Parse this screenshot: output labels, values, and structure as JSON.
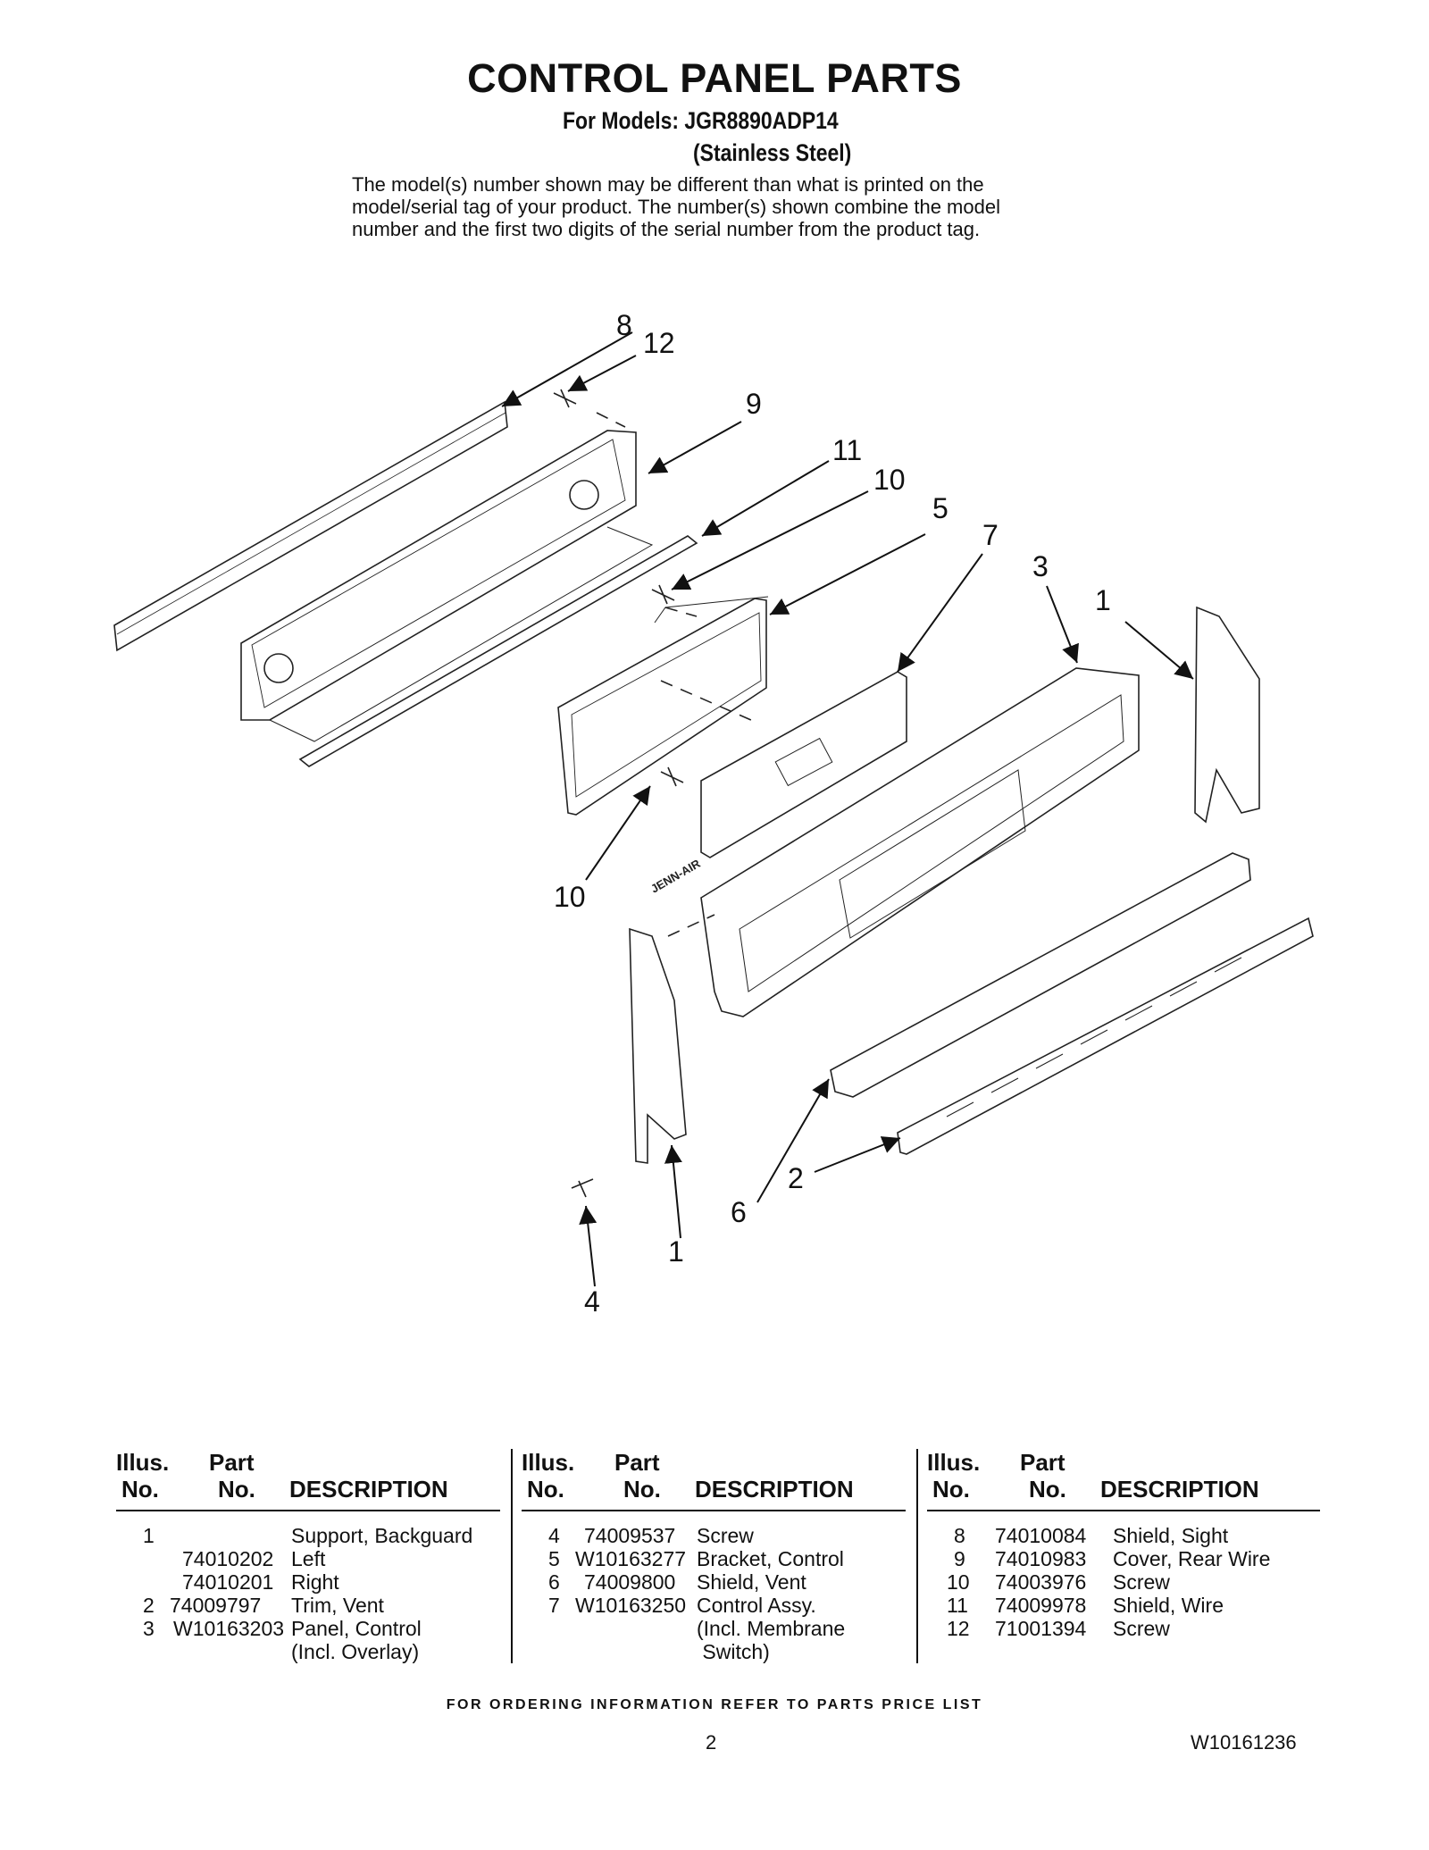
{
  "header": {
    "title": "CONTROL PANEL PARTS",
    "models_line": "For Models: JGR8890ADP14",
    "finish_line": "(Stainless Steel)",
    "note_lines": [
      "The model(s) number shown may be different than what is printed on the",
      "model/serial tag of your product. The number(s) shown combine the model",
      "number and the first two digits of the serial number from the product tag."
    ]
  },
  "diagram": {
    "callouts": [
      "8",
      "12",
      "9",
      "11",
      "10",
      "5",
      "7",
      "3",
      "1",
      "10",
      "2",
      "6",
      "1",
      "4"
    ],
    "brand_mark": "JENN-AIR"
  },
  "table_headers": {
    "illus": "Illus.",
    "part": "Part",
    "no": "No.",
    "description": "DESCRIPTION"
  },
  "tables": [
    {
      "rows": [
        {
          "illus": "1",
          "part": "",
          "desc": "Support, Backguard"
        },
        {
          "illus": "",
          "part": "74010202",
          "desc": "Left"
        },
        {
          "illus": "",
          "part": "74010201",
          "desc": "Right"
        },
        {
          "illus": "2",
          "part": "74009797",
          "desc": "Trim, Vent"
        },
        {
          "illus": "3",
          "part": "W10163203",
          "desc": "Panel, Control"
        },
        {
          "illus": "",
          "part": "",
          "desc": "(Incl. Overlay)"
        }
      ]
    },
    {
      "rows": [
        {
          "illus": "4",
          "part": "74009537",
          "desc": "Screw"
        },
        {
          "illus": "5",
          "part": "W10163277",
          "desc": "Bracket, Control"
        },
        {
          "illus": "6",
          "part": "74009800",
          "desc": "Shield, Vent"
        },
        {
          "illus": "7",
          "part": "W10163250",
          "desc": "Control Assy."
        },
        {
          "illus": "",
          "part": "",
          "desc": "(Incl. Membrane"
        },
        {
          "illus": "",
          "part": "",
          "desc": " Switch)"
        }
      ]
    },
    {
      "rows": [
        {
          "illus": "8",
          "part": "74010084",
          "desc": "Shield, Sight"
        },
        {
          "illus": "9",
          "part": "74010983",
          "desc": "Cover, Rear Wire"
        },
        {
          "illus": "10",
          "part": "74003976",
          "desc": "Screw"
        },
        {
          "illus": "11",
          "part": "74009978",
          "desc": "Shield, Wire"
        },
        {
          "illus": "12",
          "part": "71001394",
          "desc": "Screw"
        }
      ]
    }
  ],
  "footer": {
    "ordering": "FOR ORDERING INFORMATION REFER TO PARTS PRICE LIST",
    "page_number": "2",
    "doc_id": "W10161236"
  }
}
